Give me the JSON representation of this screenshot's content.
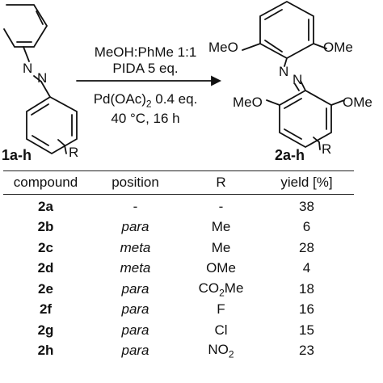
{
  "scheme": {
    "reactant_label": "1a-h",
    "product_label": "2a-h",
    "nitrogen": "N",
    "r_group": "R",
    "methoxy": "OMe",
    "methoxy_left": "MeO",
    "conditions_above": [
      "MeOH:PhMe 1:1",
      "PIDA 5 eq."
    ],
    "catalyst_prefix": "Pd(OAc)",
    "catalyst_sub": "2",
    "catalyst_suffix": " 0.4 eq.",
    "conditions_below": "40 °C, 16 h"
  },
  "table": {
    "headers": [
      "compound",
      "position",
      "R",
      "yield [%]"
    ],
    "rows": [
      {
        "compound": "2a",
        "position": "-",
        "R": "-",
        "yield": "38"
      },
      {
        "compound": "2b",
        "position": "para",
        "R": "Me",
        "yield": "6"
      },
      {
        "compound": "2c",
        "position": "meta",
        "R": "Me",
        "yield": "28"
      },
      {
        "compound": "2d",
        "position": "meta",
        "R": "OMe",
        "yield": "4"
      },
      {
        "compound": "2e",
        "position": "para",
        "R_main": "CO",
        "R_sub": "2",
        "R_tail": "Me",
        "yield": "18"
      },
      {
        "compound": "2f",
        "position": "para",
        "R": "F",
        "yield": "16"
      },
      {
        "compound": "2g",
        "position": "para",
        "R": "Cl",
        "yield": "15"
      },
      {
        "compound": "2h",
        "position": "para",
        "R_main": "NO",
        "R_sub": "2",
        "R_tail": "",
        "yield": "23"
      }
    ]
  }
}
